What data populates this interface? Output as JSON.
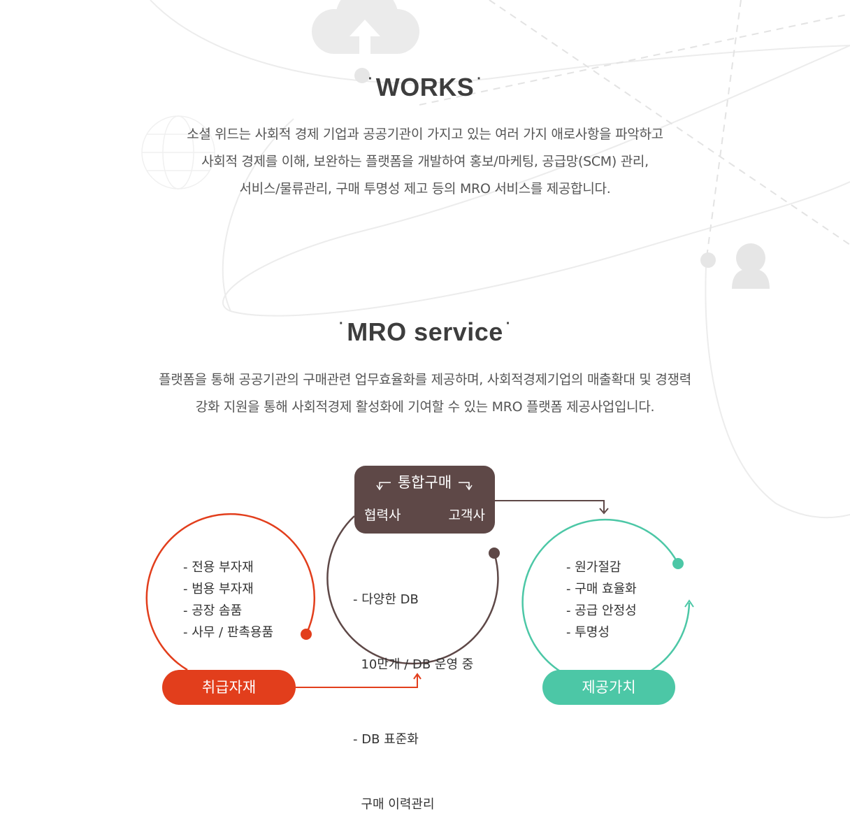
{
  "works": {
    "title": "WORKS",
    "lines": [
      "소셜 위드는 사회적 경제 기업과 공공기관이 가지고 있는 여러 가지 애로사항을 파악하고",
      "사회적 경제를 이해, 보완하는 플랫폼을 개발하여 홍보/마케팅, 공급망(SCM) 관리,",
      "서비스/물류관리, 구매 투명성 제고 등의 MRO 서비스를 제공합니다."
    ]
  },
  "mro": {
    "title": "MRO service",
    "lines": [
      "플랫폼을 통해 공공기관의 구매관련 업무효율화를 제공하며, 사회적경제기업의 매출확대 및 경쟁력",
      "강화 지원을 통해 사회적경제 활성화에 기여할 수 있는 MRO 플랫폼 제공사업입니다."
    ]
  },
  "diagram": {
    "materials": {
      "label": "취급자재",
      "items": [
        "- 전용 부자재",
        "- 범용 부자재",
        "- 공장 솜품",
        "- 사무 / 판촉용품"
      ],
      "color": "#e23e1c"
    },
    "purchase": {
      "title": "통합구매",
      "left": "협력사",
      "right": "고객사",
      "items": [
        "- 다양한 DB",
        "  10만개 / DB 운영 중",
        "- DB 표준화",
        "  구매 이력관리"
      ],
      "color": "#5e4847"
    },
    "value": {
      "label": "제공가치",
      "items": [
        "- 원가절감",
        "- 구매 효율화",
        "- 공급 안정성",
        "- 투명성"
      ],
      "color": "#4cc7a6"
    }
  },
  "icons": [
    "cloud-upload-icon",
    "user-icon",
    "globe-icon"
  ]
}
